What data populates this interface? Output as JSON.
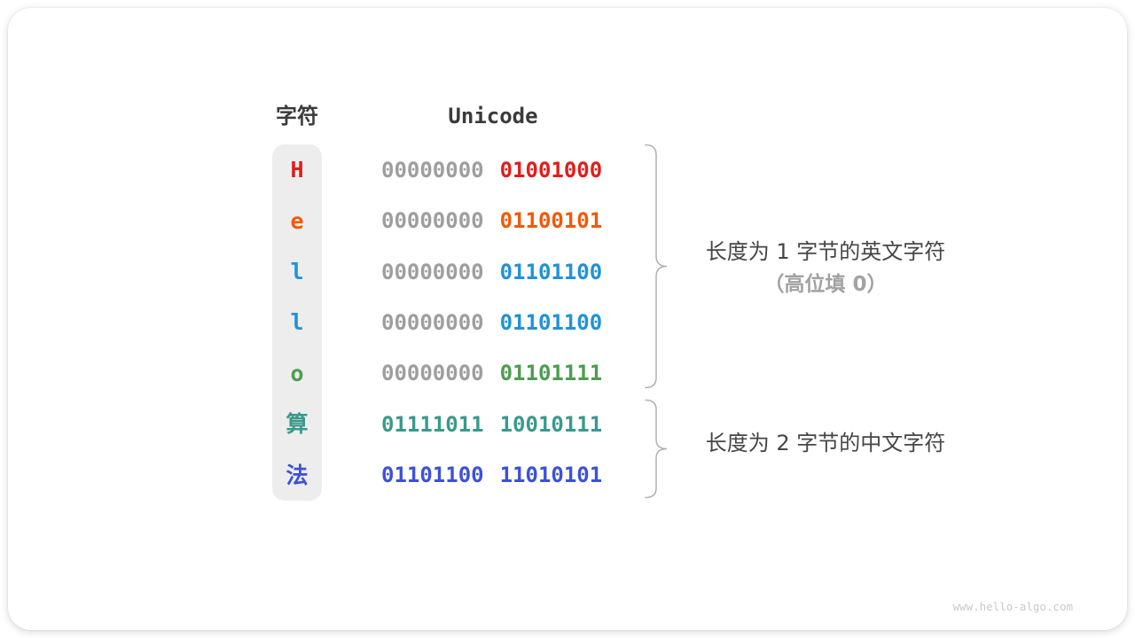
{
  "table": {
    "char_header": "字符",
    "unicode_header": "Unicode",
    "rows": [
      {
        "char": "H",
        "byte1": "00000000",
        "byte2": "01001000",
        "color": "#e11d1d",
        "byte1_color": "#9e9e9e"
      },
      {
        "char": "e",
        "byte1": "00000000",
        "byte2": "01100101",
        "color": "#f05a08",
        "byte1_color": "#9e9e9e"
      },
      {
        "char": "l",
        "byte1": "00000000",
        "byte2": "01101100",
        "color": "#2092d8",
        "byte1_color": "#9e9e9e"
      },
      {
        "char": "l",
        "byte1": "00000000",
        "byte2": "01101100",
        "color": "#2092d8",
        "byte1_color": "#9e9e9e"
      },
      {
        "char": "o",
        "byte1": "00000000",
        "byte2": "01101111",
        "color": "#4d9d50",
        "byte1_color": "#9e9e9e"
      },
      {
        "char": "算",
        "byte1": "01111011",
        "byte2": "10010111",
        "color": "#3a998c",
        "byte1_color": "#3a998c"
      },
      {
        "char": "法",
        "byte1": "01101100",
        "byte2": "11010101",
        "color": "#3c51d9",
        "byte1_color": "#3c51d9"
      }
    ]
  },
  "annotations": {
    "group1_line1": "长度为 1 字节的英文字符",
    "group1_line2": "（高位填 0）",
    "group2_line1": "长度为 2 字节的中文字符"
  },
  "colors": {
    "brace": "#b0b0b0",
    "column_background": "#ededed",
    "bits_gray": "#9e9e9e"
  },
  "watermark": "www.hello-algo.com"
}
